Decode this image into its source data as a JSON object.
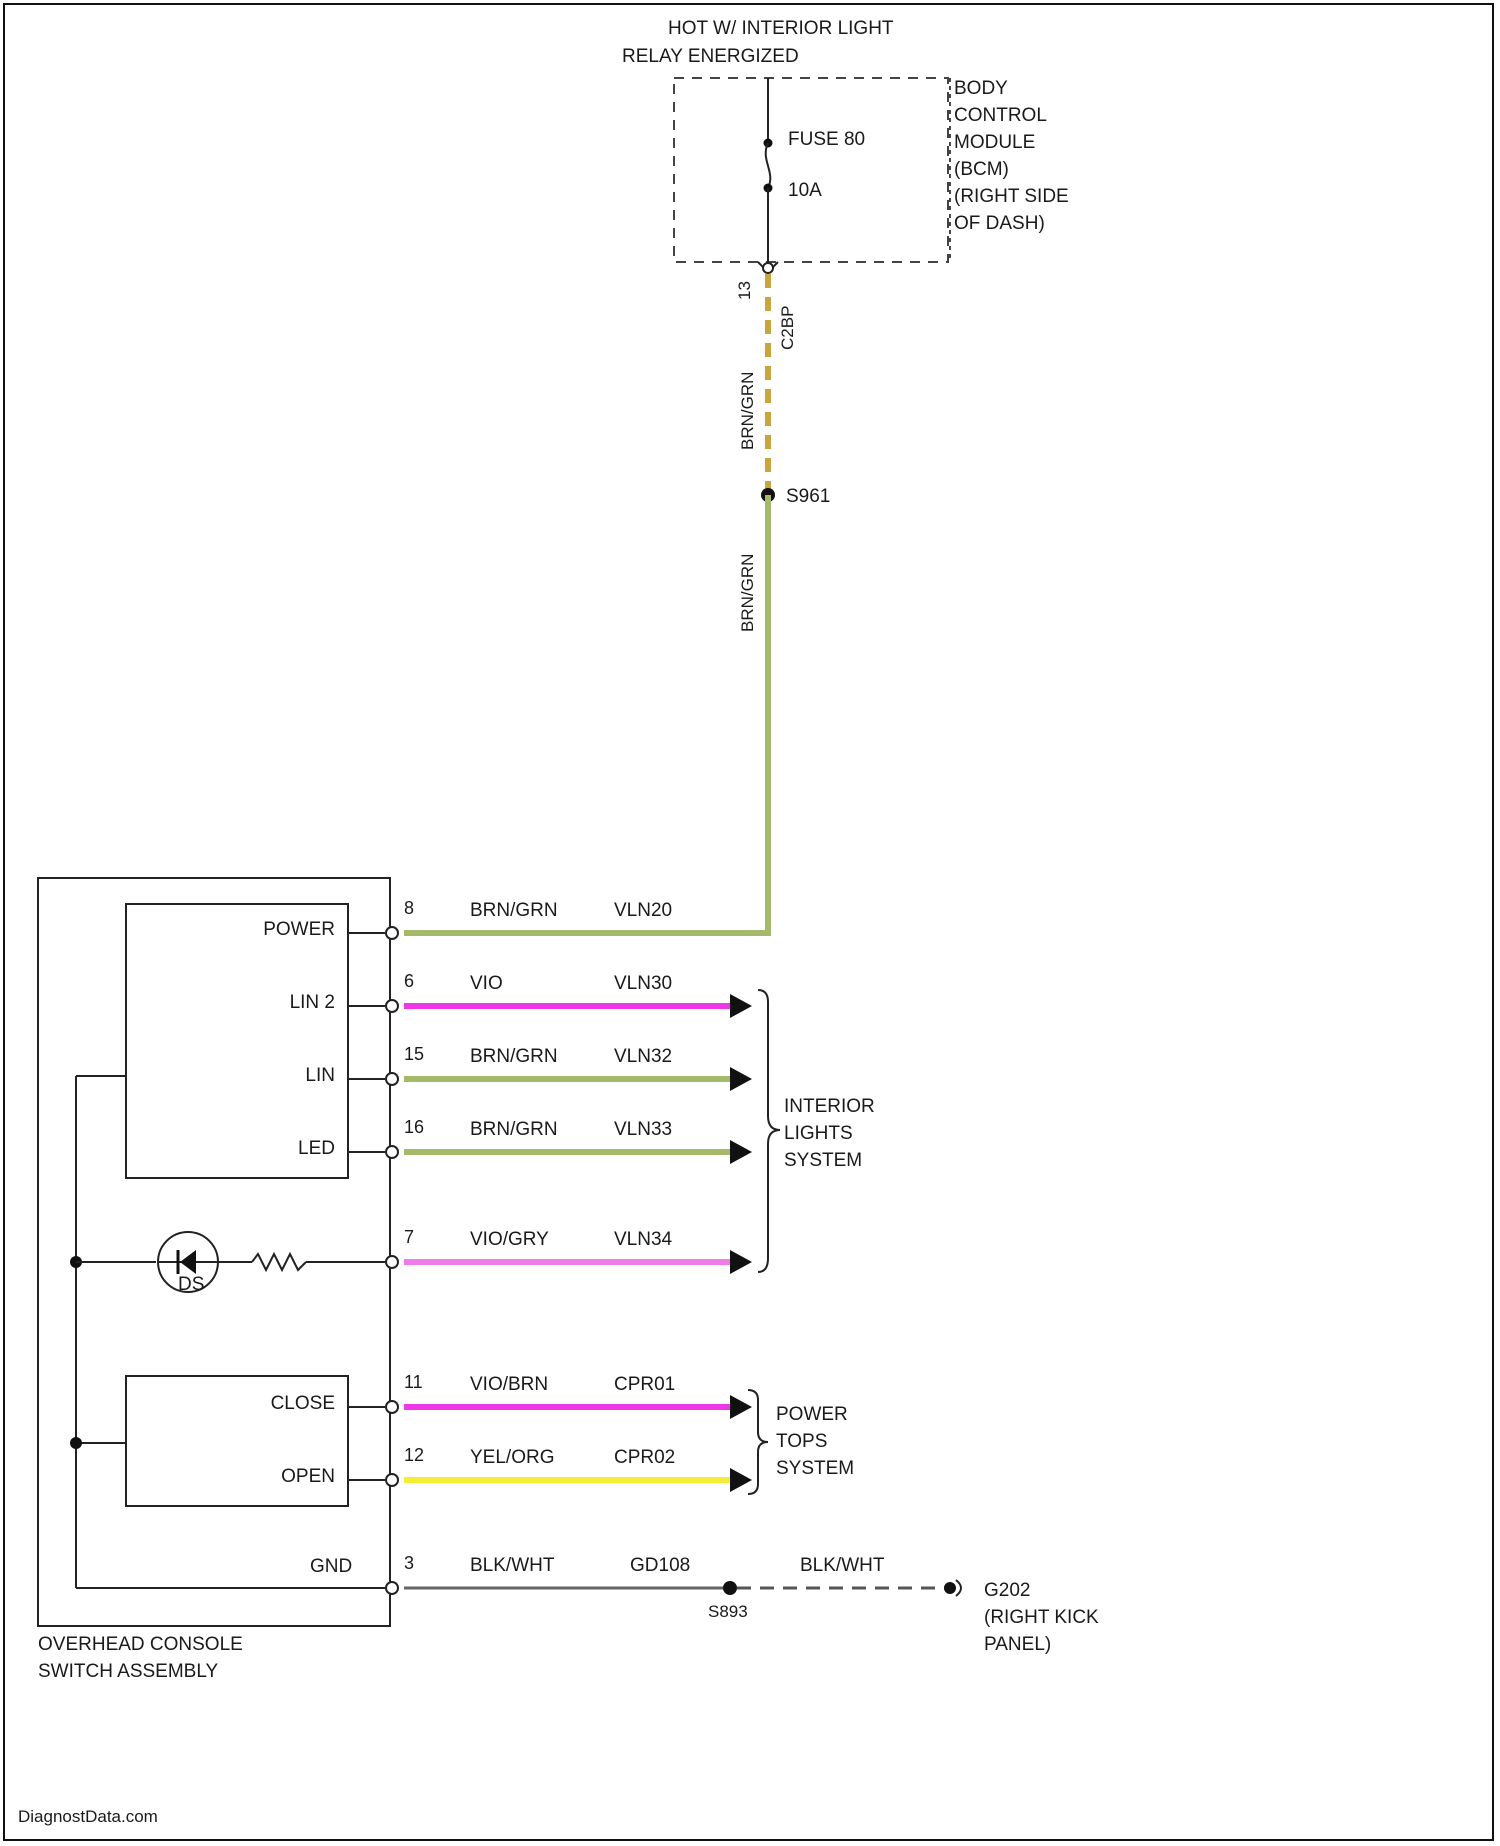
{
  "source": {
    "label_line1": "HOT W/ INTERIOR LIGHT",
    "label_line2": "RELAY ENERGIZED",
    "fuse_label": "FUSE 80",
    "fuse_rating": "10A",
    "bcm_lines": [
      "BODY",
      "CONTROL",
      "MODULE",
      "(BCM)",
      "(RIGHT SIDE",
      "OF DASH)"
    ],
    "bcm_pin": "13",
    "bcm_connector": "C2BP",
    "wire_upper_color": "BRN/GRN",
    "splice": "S961",
    "wire_lower_color": "BRN/GRN"
  },
  "switch_assembly": {
    "label_line1": "OVERHEAD CONSOLE",
    "label_line2": "SWITCH ASSEMBLY",
    "gnd_label": "GND"
  },
  "circuits": [
    {
      "pin": "8",
      "func": "POWER",
      "color_code": "BRN/GRN",
      "circuit": "VLN20",
      "wire_hex": "#a5b96a"
    },
    {
      "pin": "6",
      "func": "LIN 2",
      "color_code": "VIO",
      "circuit": "VLN30",
      "wire_hex": "#ee38e8"
    },
    {
      "pin": "15",
      "func": "LIN",
      "color_code": "BRN/GRN",
      "circuit": "VLN32",
      "wire_hex": "#a5b96a"
    },
    {
      "pin": "16",
      "func": "LED",
      "color_code": "BRN/GRN",
      "circuit": "VLN33",
      "wire_hex": "#a5b96a"
    },
    {
      "pin": "7",
      "func": "",
      "color_code": "VIO/GRY",
      "circuit": "VLN34",
      "wire_hex": "#f07cea"
    },
    {
      "pin": "11",
      "func": "CLOSE",
      "color_code": "VIO/BRN",
      "circuit": "CPR01",
      "wire_hex": "#ee38e8"
    },
    {
      "pin": "12",
      "func": "OPEN",
      "color_code": "YEL/ORG",
      "circuit": "CPR02",
      "wire_hex": "#f5ee34"
    }
  ],
  "groups": {
    "interior_lines": [
      "INTERIOR",
      "LIGHTS",
      "SYSTEM"
    ],
    "power_lines": [
      "POWER",
      "TOPS",
      "SYSTEM"
    ]
  },
  "ground": {
    "pin": "3",
    "color_code": "BLK/WHT",
    "circuit": "GD108",
    "splice": "S893",
    "color_code_2": "BLK/WHT",
    "ground_point": "G202",
    "ground_lines": [
      "(RIGHT KICK",
      "PANEL)"
    ]
  },
  "led_designator": "DS",
  "footer": {
    "watermark": "DiagnostData.com"
  },
  "colors": {
    "brn_grn": "#a5b96a",
    "vio": "#ee38e8",
    "vio_gry": "#f07cea",
    "yel_org": "#f5ee34",
    "dashed_brn_grn": "#c9a63d"
  }
}
